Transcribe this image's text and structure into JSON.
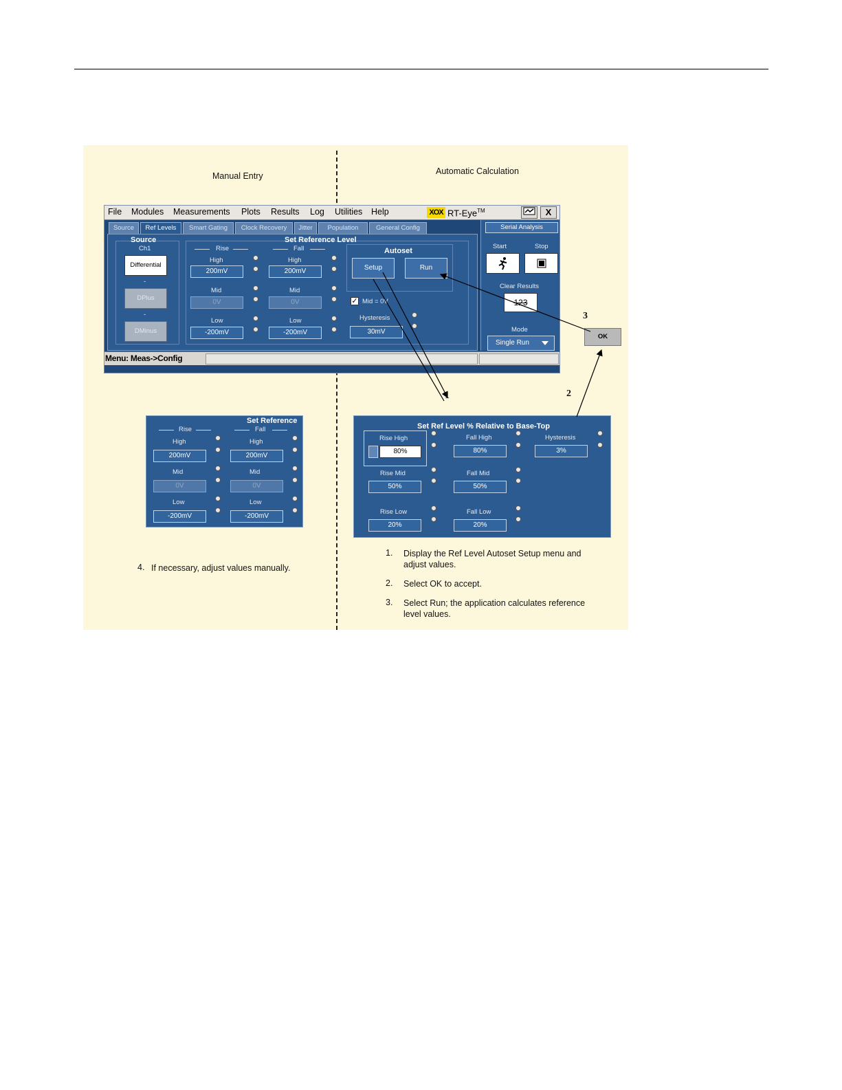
{
  "captions": {
    "manual": "Manual Entry",
    "automatic": "Automatic Calculation"
  },
  "menubar": {
    "items": [
      "File",
      "Modules",
      "Measurements",
      "Plots",
      "Results",
      "Log",
      "Utilities",
      "Help"
    ],
    "logo_badge": "XOX",
    "logo_text": "RT-Eye",
    "logo_tm": "TM",
    "close_label": "X"
  },
  "tabs": [
    "Source",
    "Ref Levels",
    "Smart Gating",
    "Clock Recovery",
    "Jitter",
    "Population",
    "General Config"
  ],
  "source": {
    "title": "Source",
    "channel": "Ch1",
    "buttons": [
      "Differential",
      "DPlus",
      "DMinus"
    ],
    "sep": "-"
  },
  "ref_levels": {
    "title": "Set Reference Level",
    "rise_label": "Rise",
    "fall_label": "Fall",
    "high_label": "High",
    "mid_label": "Mid",
    "low_label": "Low",
    "rise_high": "200mV",
    "rise_mid": "0V",
    "rise_low": "-200mV",
    "fall_high": "200mV",
    "fall_mid": "0V",
    "fall_low": "-200mV"
  },
  "autoset": {
    "title": "Autoset",
    "setup_label": "Setup",
    "run_label": "Run",
    "mid_checkbox": "Mid = 0V",
    "hysteresis_label": "Hysteresis",
    "hysteresis_value": "30mV"
  },
  "right_panel": {
    "serial_label": "Serial Analysis",
    "start_label": "Start",
    "stop_label": "Stop",
    "clear_label": "Clear Results",
    "clear_glyph": "123",
    "mode_label": "Mode",
    "mode_value": "Single Run"
  },
  "statusbar": {
    "menu_path": "Menu: Meas->Config"
  },
  "manual_snippet": {
    "title": "Set Reference",
    "rise_label": "Rise",
    "fall_label": "Fall",
    "high_label": "High",
    "mid_label": "Mid",
    "low_label": "Low",
    "rise_high": "200mV",
    "rise_mid": "0V",
    "rise_low": "-200mV",
    "fall_high": "200mV",
    "fall_mid": "0V",
    "fall_low": "-200mV"
  },
  "auto_snippet": {
    "title": "Set Ref Level % Relative to Base-Top",
    "rise_high_label": "Rise High",
    "rise_high_value": "80%",
    "fall_high_label": "Fall High",
    "fall_high_value": "80%",
    "hysteresis_label": "Hysteresis",
    "hysteresis_value": "3%",
    "rise_mid_label": "Rise Mid",
    "rise_mid_value": "50%",
    "fall_mid_label": "Fall Mid",
    "fall_mid_value": "50%",
    "rise_low_label": "Rise Low",
    "rise_low_value": "20%",
    "fall_low_label": "Fall Low",
    "fall_low_value": "20%"
  },
  "ok_label": "OK",
  "callouts": [
    "1",
    "2",
    "3"
  ],
  "manual_step": {
    "num": "4.",
    "text": "If necessary, adjust values manually."
  },
  "steps": [
    {
      "num": "1.",
      "text": "Display the Ref Level Autoset Setup menu and adjust values."
    },
    {
      "num": "2.",
      "text": "Select OK to accept."
    },
    {
      "num": "3.",
      "text": "Select Run; the application calculates reference level values."
    }
  ]
}
